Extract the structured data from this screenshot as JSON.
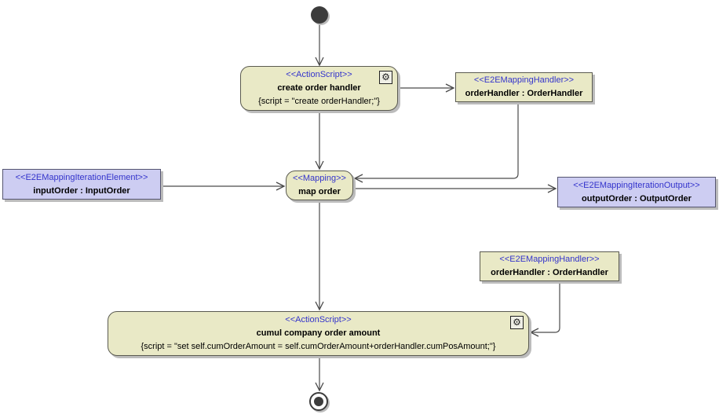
{
  "diagram": {
    "type": "uml-activity-diagram",
    "colors": {
      "action_node_fill": "#e9e9c6",
      "object_node_fill": "#cdcdf2",
      "stereotype_text": "#3333cc",
      "action_border": "#5a5a50",
      "object_border": "#555570",
      "connector_line": "#4a4a4a",
      "shadow": "#bcbcbc",
      "node_text": "#000000"
    },
    "icons": {
      "gear": "⚙"
    },
    "nodes": {
      "initial": {
        "kind": "initial-node"
      },
      "create_order_handler": {
        "stereotype": "<<ActionScript>>",
        "name": "create order handler",
        "script": "{script = \"create orderHandler;\"}"
      },
      "order_handler_top": {
        "stereotype": "<<E2EMappingHandler>>",
        "name": "orderHandler : OrderHandler"
      },
      "map_order": {
        "stereotype": "<<Mapping>>",
        "name": "map order"
      },
      "input_order": {
        "stereotype": "<<E2EMappingIterationElement>>",
        "name": "inputOrder : InputOrder"
      },
      "output_order": {
        "stereotype": "<<E2EMappingIterationOutput>>",
        "name": "outputOrder : OutputOrder"
      },
      "order_handler_bottom": {
        "stereotype": "<<E2EMappingHandler>>",
        "name": "orderHandler : OrderHandler"
      },
      "cumul_company_order_amount": {
        "stereotype": "<<ActionScript>>",
        "name": "cumul company order amount",
        "script": "{script = \"set self.cumOrderAmount = self.cumOrderAmount+orderHandler.cumPosAmount;\"}"
      },
      "final": {
        "kind": "activity-final-node"
      }
    },
    "edges": [
      {
        "from": "initial",
        "to": "create_order_handler"
      },
      {
        "from": "create_order_handler",
        "to": "order_handler_top"
      },
      {
        "from": "order_handler_top",
        "to": "map_order"
      },
      {
        "from": "create_order_handler",
        "to": "map_order"
      },
      {
        "from": "input_order",
        "to": "map_order"
      },
      {
        "from": "map_order",
        "to": "output_order"
      },
      {
        "from": "map_order",
        "to": "cumul_company_order_amount"
      },
      {
        "from": "order_handler_bottom",
        "to": "cumul_company_order_amount"
      },
      {
        "from": "cumul_company_order_amount",
        "to": "final"
      }
    ]
  }
}
